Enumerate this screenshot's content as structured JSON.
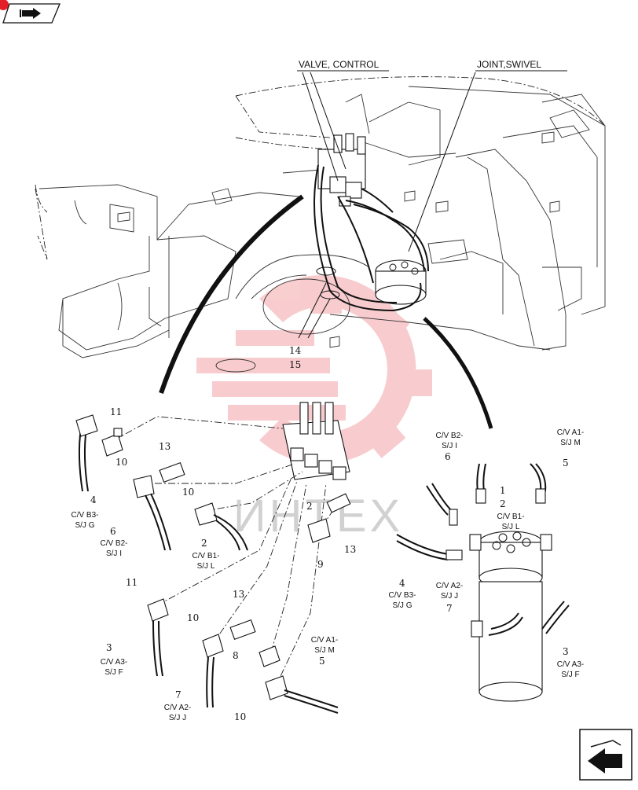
{
  "titles": {
    "valve_control": "VALVE, CONTROL",
    "joint_swivel": "JOINT,SWIVEL"
  },
  "watermark": {
    "text": "ИНТЕХ",
    "color": "#e41e26"
  },
  "callouts": [
    {
      "id": "c1",
      "text": "11"
    },
    {
      "id": "c2",
      "text": "13"
    },
    {
      "id": "c3",
      "text": "10"
    },
    {
      "id": "c4",
      "text": "10"
    },
    {
      "id": "c5",
      "text": "2"
    },
    {
      "id": "c6",
      "text": "13"
    },
    {
      "id": "c7",
      "text": "9"
    },
    {
      "id": "c8",
      "text": "4"
    },
    {
      "id": "c9",
      "text": "6"
    },
    {
      "id": "c10",
      "text": "2"
    },
    {
      "id": "c11",
      "text": "11"
    },
    {
      "id": "c12",
      "text": "3"
    },
    {
      "id": "c13",
      "text": "10"
    },
    {
      "id": "c14",
      "text": "13"
    },
    {
      "id": "c15",
      "text": "8"
    },
    {
      "id": "c16",
      "text": "7"
    },
    {
      "id": "c17",
      "text": "5"
    },
    {
      "id": "c18",
      "text": "10"
    },
    {
      "id": "c19",
      "text": "6"
    },
    {
      "id": "c20",
      "text": "1"
    },
    {
      "id": "c21",
      "text": "2"
    },
    {
      "id": "c22",
      "text": "5"
    },
    {
      "id": "c23",
      "text": "4"
    },
    {
      "id": "c24",
      "text": "7"
    },
    {
      "id": "c25",
      "text": "3"
    },
    {
      "id": "c26",
      "text": "14"
    },
    {
      "id": "c27",
      "text": "15"
    }
  ],
  "labels": [
    {
      "id": "l1",
      "lines": [
        "C/V B3-",
        "S/J G"
      ]
    },
    {
      "id": "l2",
      "lines": [
        "C/V B2-",
        "S/J I"
      ]
    },
    {
      "id": "l3",
      "lines": [
        "C/V B1-",
        "S/J L"
      ]
    },
    {
      "id": "l4",
      "lines": [
        "C/V A3-",
        "S/J F"
      ]
    },
    {
      "id": "l5",
      "lines": [
        "C/V A2-",
        "S/J J"
      ]
    },
    {
      "id": "l6",
      "lines": [
        "C/V A1-",
        "S/J M"
      ]
    },
    {
      "id": "l7",
      "lines": [
        "C/V B2-",
        "S/J I"
      ]
    },
    {
      "id": "l8",
      "lines": [
        "C/V A1-",
        "S/J M"
      ]
    },
    {
      "id": "l9",
      "lines": [
        "C/V B1-",
        "S/J L"
      ]
    },
    {
      "id": "l10",
      "lines": [
        "C/V B3-",
        "S/J G"
      ]
    },
    {
      "id": "l11",
      "lines": [
        "C/V A2-",
        "S/J J"
      ]
    },
    {
      "id": "l12",
      "lines": [
        "C/V A3-",
        "S/J F"
      ]
    }
  ],
  "icons": {
    "top_left": "book-arrow-icon",
    "bottom_right": "next-page-arrow-icon"
  }
}
